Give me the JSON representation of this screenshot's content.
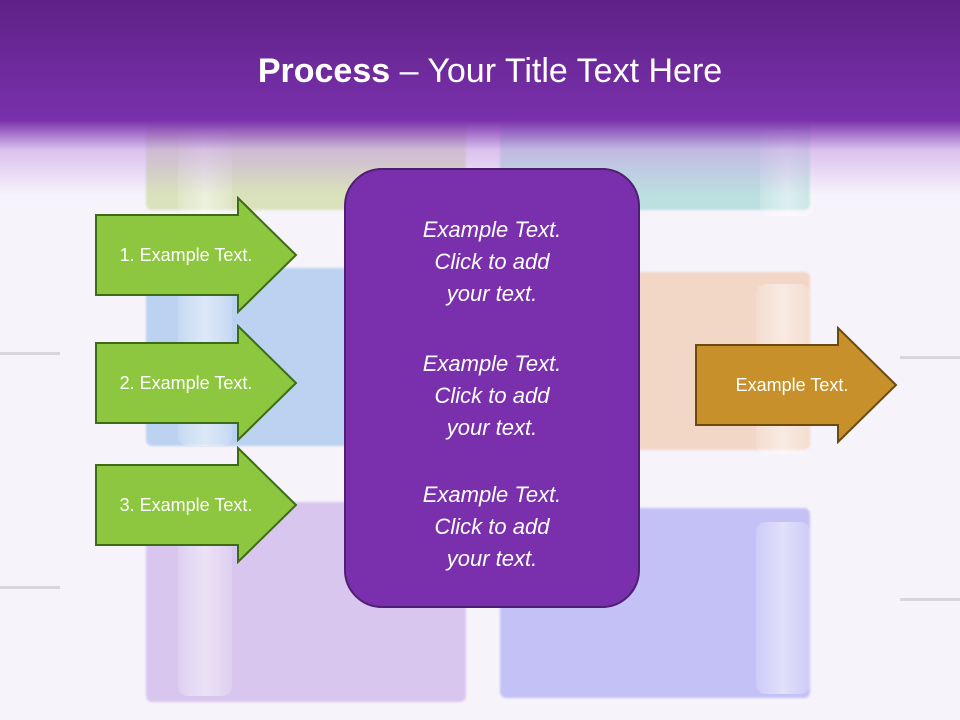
{
  "slide": {
    "title_bold": "Process",
    "title_rest": " – Your Title Text Here"
  },
  "inputs": [
    {
      "label": "1. Example Text."
    },
    {
      "label": "2. Example Text."
    },
    {
      "label": "3. Example Text."
    }
  ],
  "center_blocks": [
    {
      "line1": "Example Text.",
      "line2": "Click  to add",
      "line3": "your text."
    },
    {
      "line1": "Example Text.",
      "line2": "Click  to add",
      "line3": "your text."
    },
    {
      "line1": "Example Text.",
      "line2": "Click  to add",
      "line3": "your text."
    }
  ],
  "output": {
    "label": "Example Text."
  },
  "colors": {
    "header": "#7a30ac",
    "center_box": "#7a30ac",
    "input_arrow": "#8dc63f",
    "output_arrow": "#c8902a"
  }
}
